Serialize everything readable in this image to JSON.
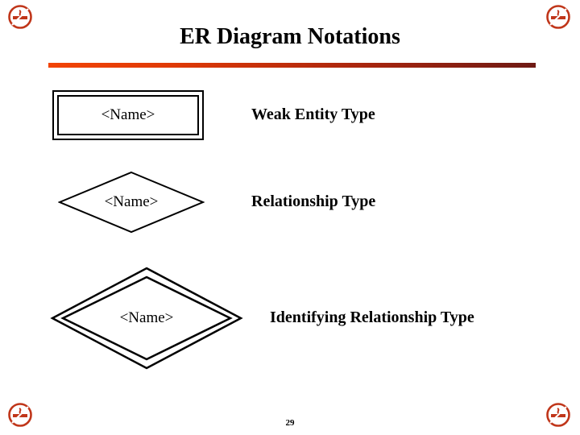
{
  "slide": {
    "title": "ER Diagram Notations",
    "page_number": "29",
    "accent_color_start": "#F24405",
    "accent_color_end": "#6E1A14",
    "shape_outline_color": "#000000",
    "corner_icons": [
      {
        "name": "no-smoking-icon",
        "position": "top-left"
      },
      {
        "name": "no-smoking-icon",
        "position": "top-right"
      },
      {
        "name": "no-smoking-icon",
        "position": "bottom-left"
      },
      {
        "name": "no-smoking-icon",
        "position": "bottom-right"
      }
    ],
    "notations": [
      {
        "shape": "double-rectangle",
        "shape_label": "<Name>",
        "caption": "Weak Entity Type"
      },
      {
        "shape": "diamond",
        "shape_label": "<Name>",
        "caption": "Relationship Type"
      },
      {
        "shape": "double-diamond",
        "shape_label": "<Name>",
        "caption": "Identifying Relationship Type"
      }
    ]
  }
}
